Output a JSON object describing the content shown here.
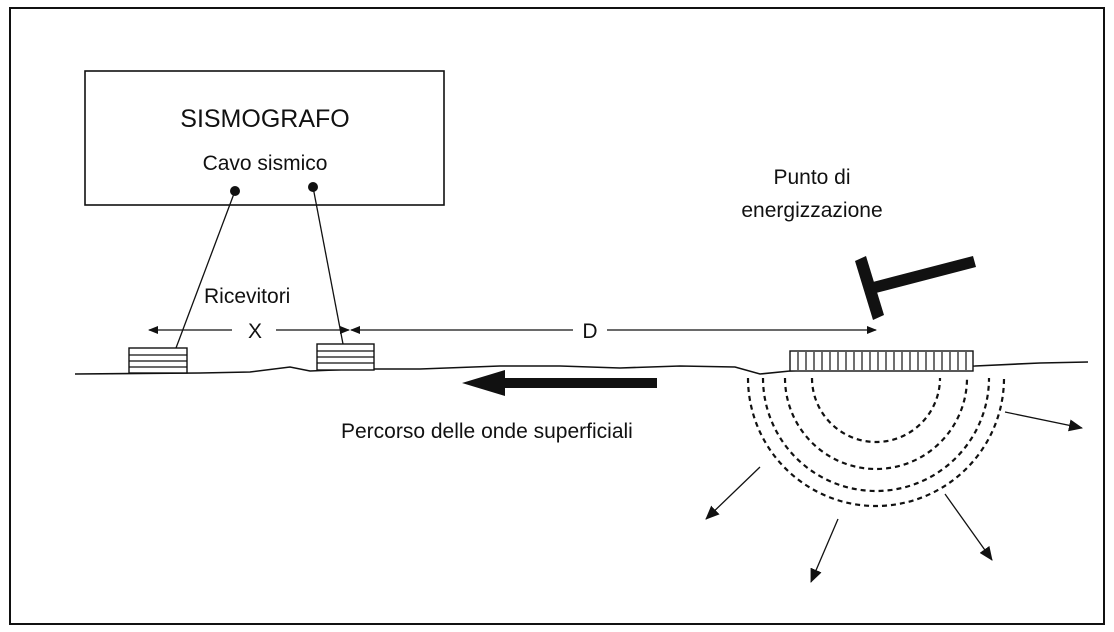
{
  "labels": {
    "sismografo": "SISMOGRAFO",
    "cavo": "Cavo sismico",
    "punto_line1": "Punto di",
    "punto_line2": "energizzazione",
    "ricevitori": "Ricevitori",
    "x": "X",
    "d": "D",
    "percorso": "Percorso delle onde superficiali"
  },
  "colors": {
    "line": "#111111",
    "background": "#ffffff"
  }
}
